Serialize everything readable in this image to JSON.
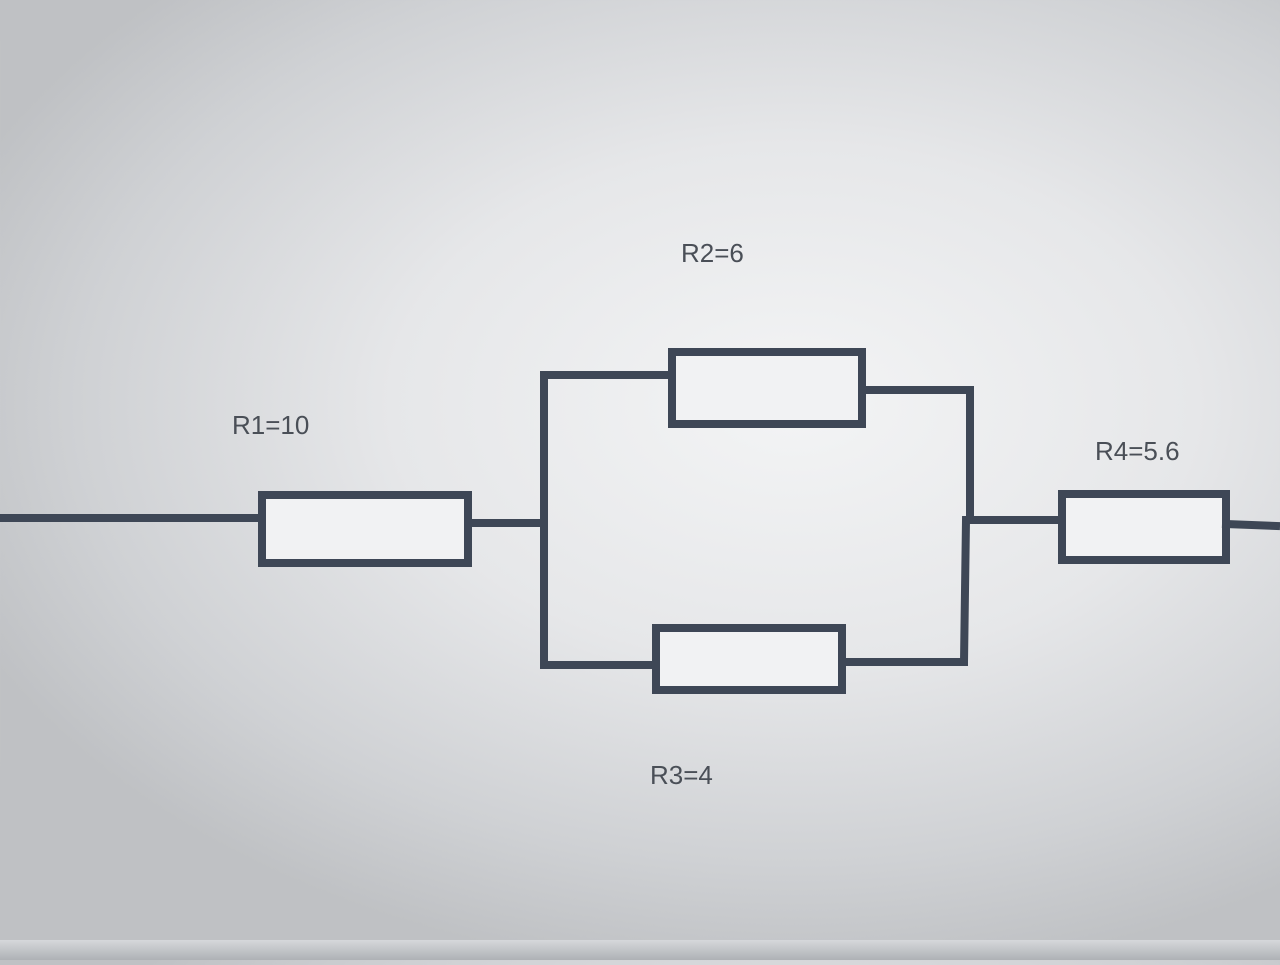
{
  "diagram": {
    "labels": {
      "r1": "R1=10",
      "r2": "R2=6",
      "r3": "R3=4",
      "r4": "R4=5.6"
    },
    "colors": {
      "wire": "#3e4756",
      "label": "#4a4f57"
    }
  }
}
